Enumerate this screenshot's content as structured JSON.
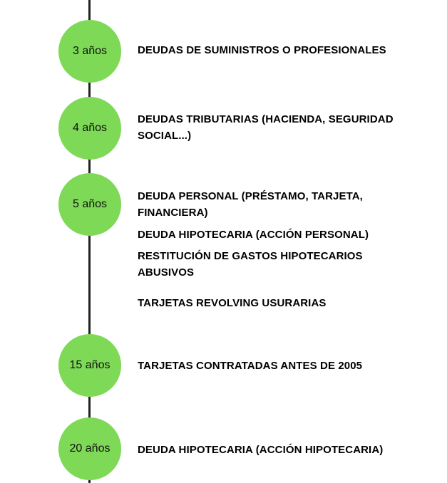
{
  "timeline": [
    {
      "period": "3 años",
      "items": [
        "DEUDAS DE SUMINISTROS O PROFESIONALES"
      ]
    },
    {
      "period": "4 años",
      "items": [
        "DEUDAS TRIBUTARIAS (HACIENDA, SEGURIDAD SOCIAL...)"
      ]
    },
    {
      "period": "5 años",
      "items": [
        "DEUDA PERSONAL (PRÉSTAMO, TARJETA, FINANCIERA)",
        "DEUDA HIPOTECARIA (ACCIÓN PERSONAL)",
        "RESTITUCIÓN DE GASTOS HIPOTECARIOS ABUSIVOS",
        "TARJETAS REVOLVING USURARIAS"
      ]
    },
    {
      "period": "15 años",
      "items": [
        "TARJETAS CONTRATADAS ANTES DE 2005"
      ]
    },
    {
      "period": "20 años",
      "items": [
        "DEUDA HIPOTECARIA (ACCIÓN HIPOTECARIA)"
      ]
    }
  ],
  "colors": {
    "node": "#7ed957",
    "axis": "#222222"
  }
}
